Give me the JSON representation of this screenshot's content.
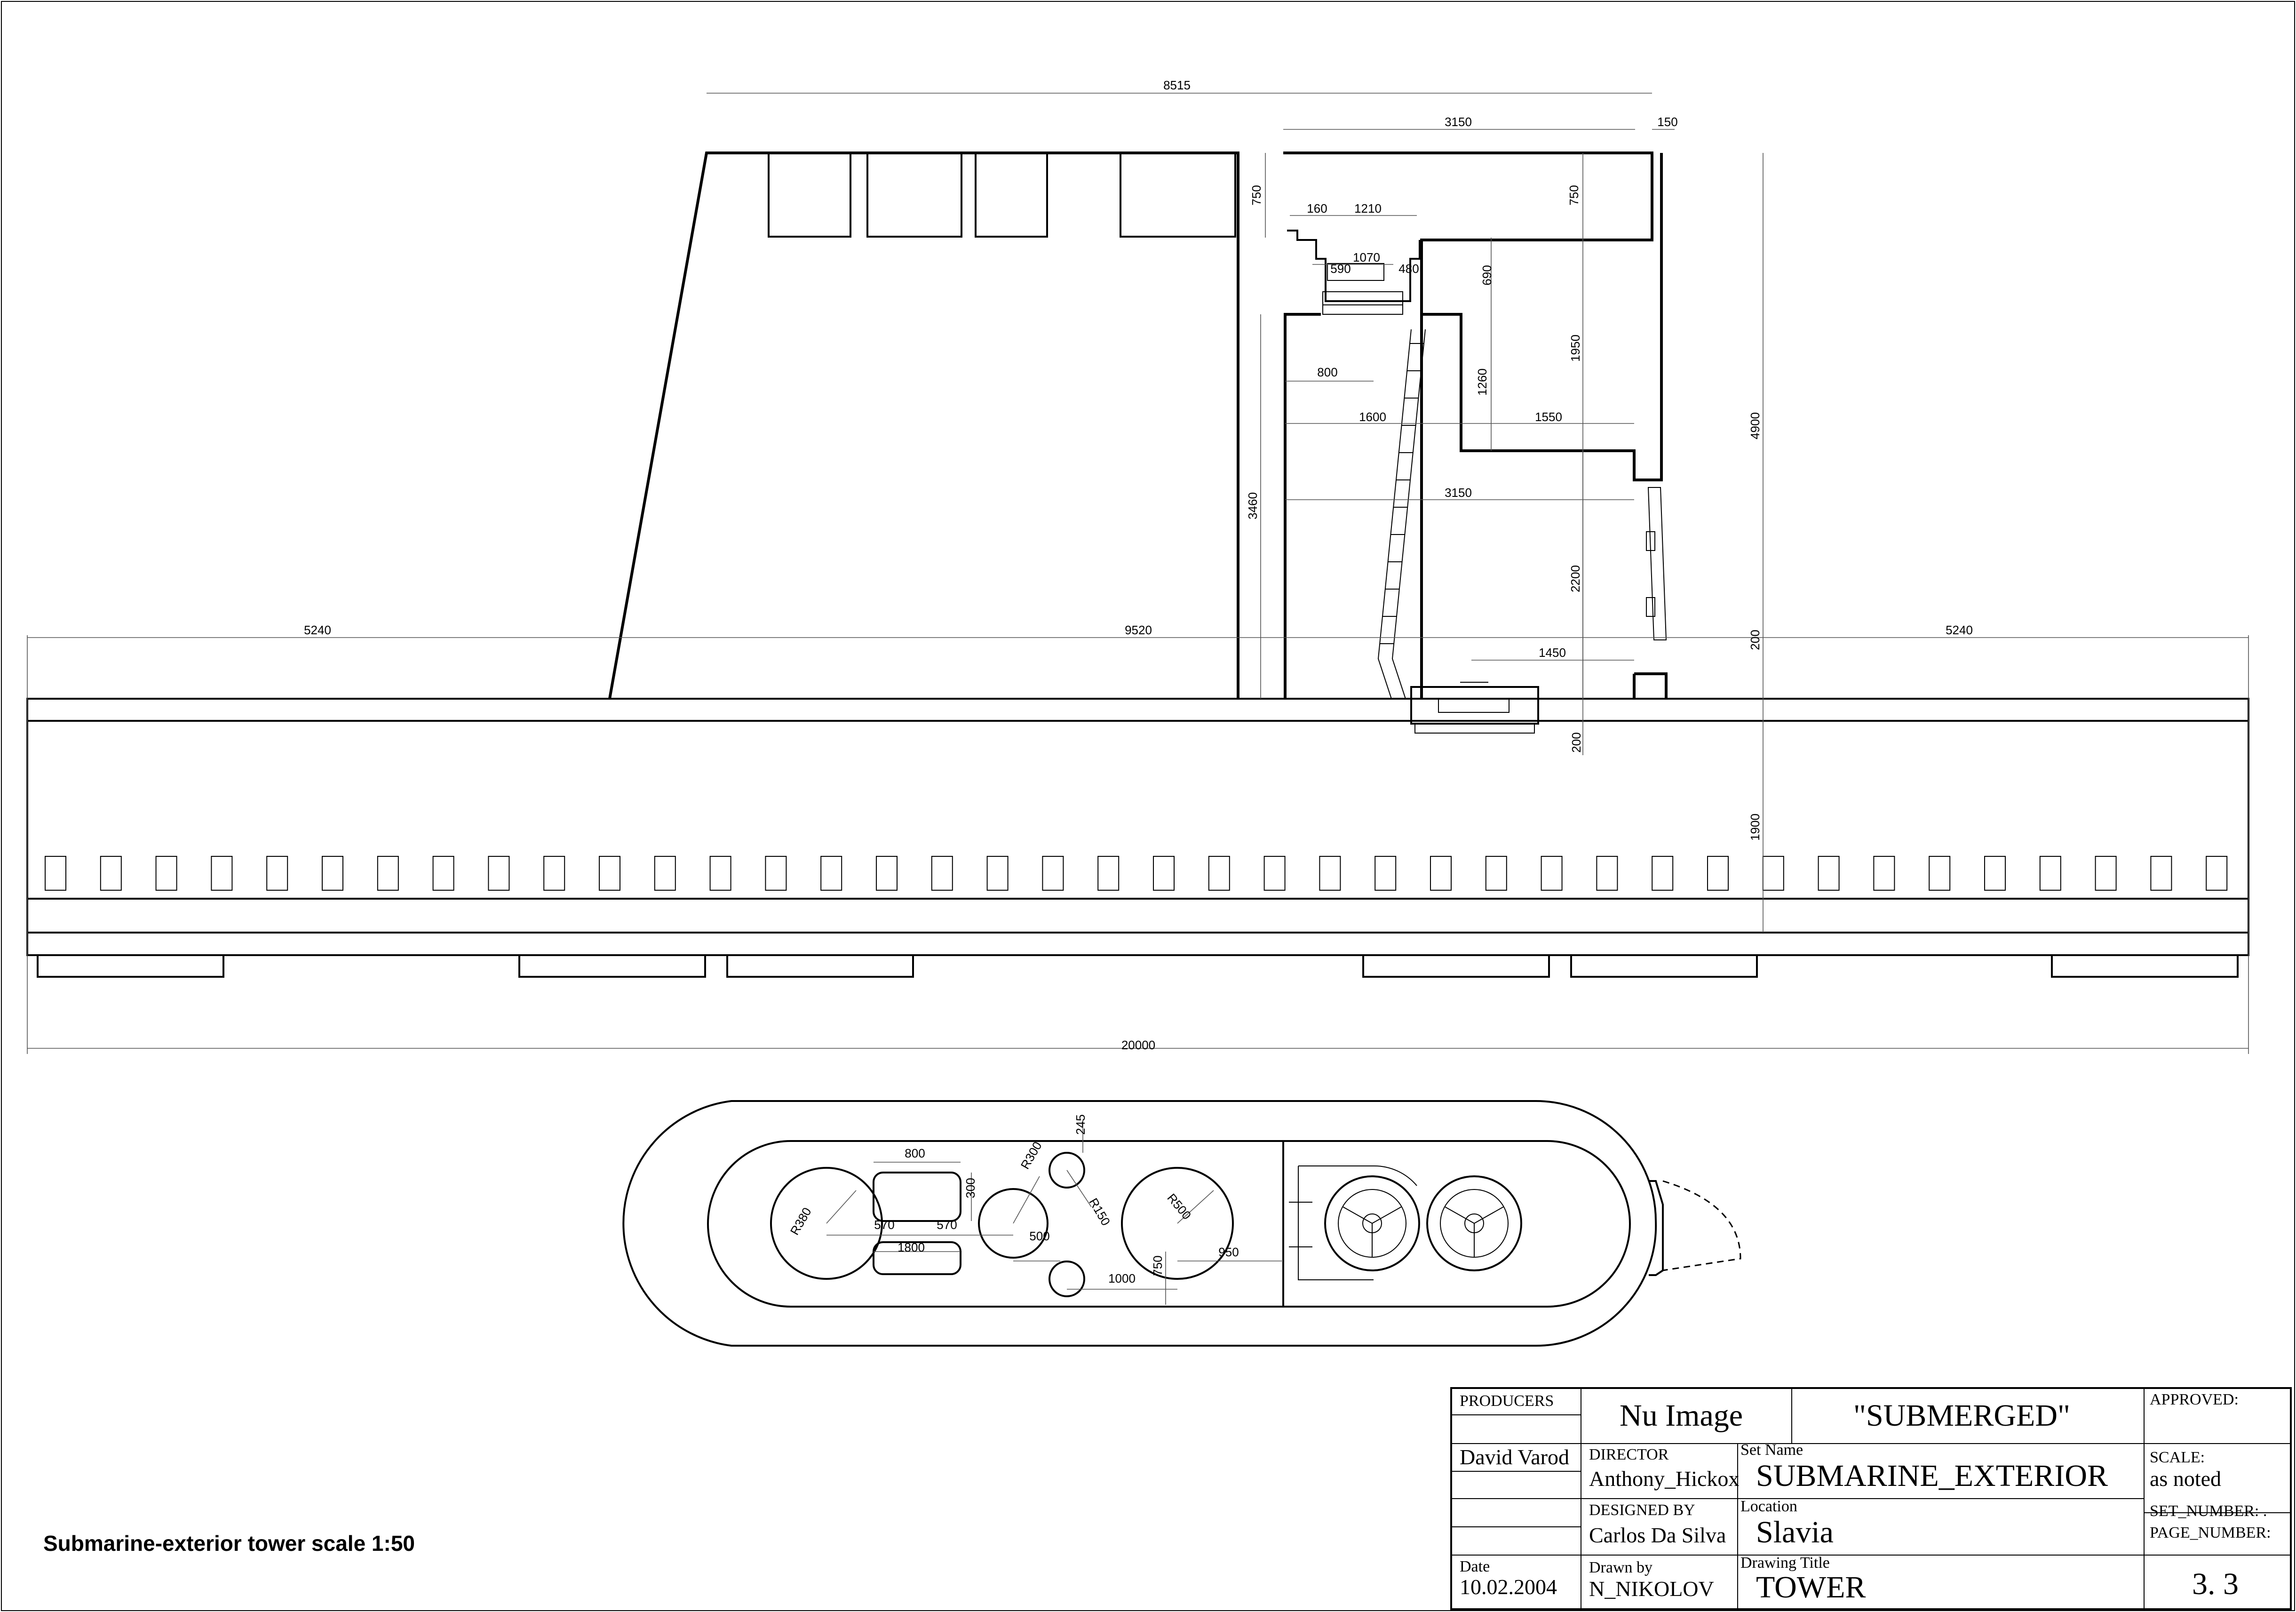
{
  "caption": "Submarine-exterior tower scale 1:50",
  "dimensions": {
    "elevation": [
      "8515",
      "3150",
      "150",
      "750",
      "750",
      "160",
      "1210",
      "1070",
      "480",
      "590",
      "690",
      "1950",
      "4900",
      "800",
      "1260",
      "1600",
      "1550",
      "3460",
      "3150",
      "2200",
      "5240",
      "9520",
      "200",
      "5240",
      "1450",
      "200",
      "1900",
      "20000"
    ],
    "plan": [
      "800",
      "300",
      "245",
      "R300",
      "R380",
      "570",
      "570",
      "R150",
      "R500",
      "500",
      "1800",
      "750",
      "950",
      "1000"
    ]
  },
  "title_block": {
    "producers_label": "PRODUCERS",
    "producer_company": "Nu Image",
    "project_title": "\"SUBMERGED\"",
    "approved_label": "APPROVED:",
    "producer_name": "David Varod",
    "director_label": "DIRECTOR",
    "director_name": "Anthony_Hickox",
    "set_name_label": "Set Name",
    "set_name": "SUBMARINE_EXTERIOR",
    "scale_label": "SCALE:",
    "scale_value": "as noted",
    "designed_by_label": "DESIGNED BY",
    "designed_by_name": "Carlos Da Silva",
    "location_label": "Location",
    "location": "Slavia",
    "set_number_label": "SET_NUMBER: .",
    "page_number_label": "PAGE_NUMBER:",
    "date_label": "Date",
    "date": "10.02.2004",
    "drawn_by_label": "Drawn by",
    "drawn_by_name": "N_NIKOLOV",
    "drawing_title_label": "Drawing Title",
    "drawing_title": "TOWER",
    "page_number": "3. 3"
  }
}
